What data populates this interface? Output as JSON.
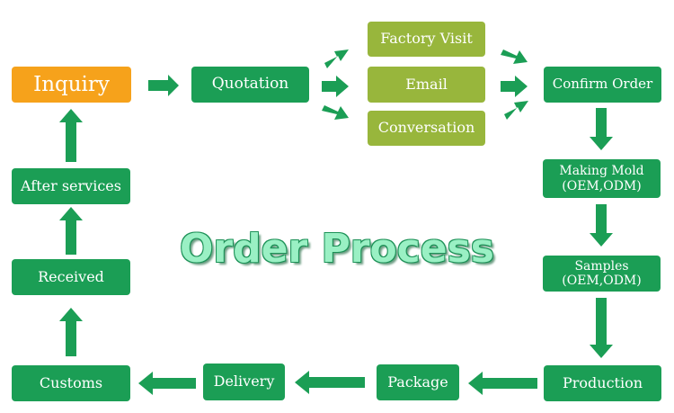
{
  "title": "Order Process",
  "colors": {
    "step": "#1b9e55",
    "option": "#98b63c",
    "start": "#f6a21b",
    "arrow": "#1b9e55",
    "title": "#9af0c4"
  },
  "steps": {
    "inquiry": "Inquiry",
    "quotation": "Quotation",
    "factory_visit": "Factory Visit",
    "email": "Email",
    "conversation": "Conversation",
    "confirm_order": "Confirm Order",
    "making_mold_1": "Making Mold",
    "making_mold_2": "(OEM,ODM)",
    "samples_1": "Samples",
    "samples_2": "(OEM,ODM)",
    "production": "Production",
    "package": "Package",
    "delivery": "Delivery",
    "customs": "Customs",
    "received": "Received",
    "after_services": "After services"
  }
}
